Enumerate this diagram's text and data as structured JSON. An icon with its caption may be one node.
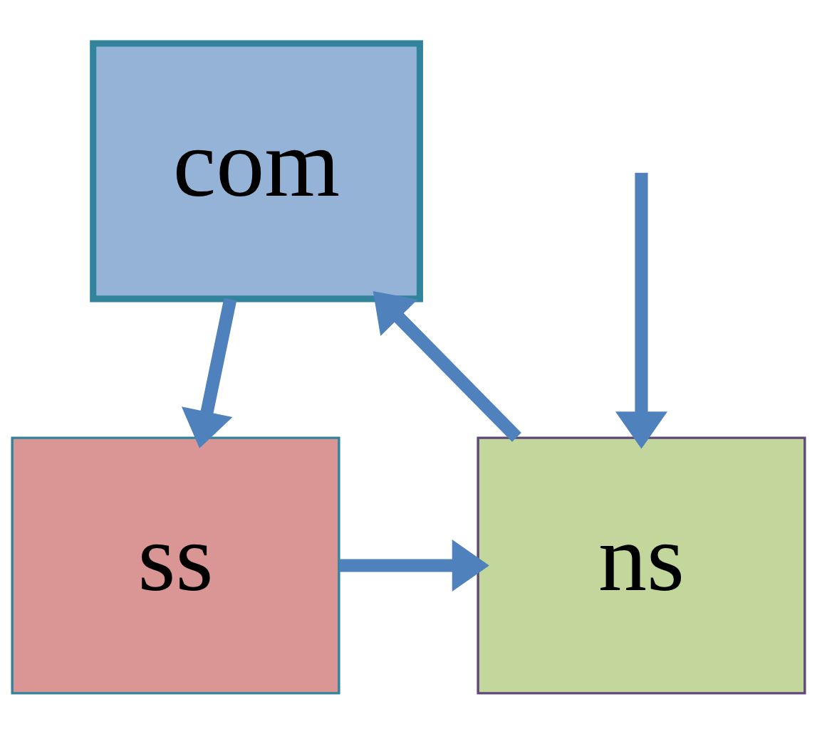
{
  "diagram": {
    "nodes": [
      {
        "text": [
          "com"
        ]
      },
      {
        "text": [
          "ss"
        ]
      },
      {
        "text": [
          "ns"
        ]
      }
    ],
    "edges": [
      {
        "from": 0,
        "to": 1,
        "arrow": "to"
      },
      {
        "from": 1,
        "to": 2,
        "arrow": "to"
      },
      {
        "from": 2,
        "to": 0,
        "arrow": "to"
      },
      {
        "from": null,
        "to": 2,
        "arrow": "to"
      }
    ]
  }
}
